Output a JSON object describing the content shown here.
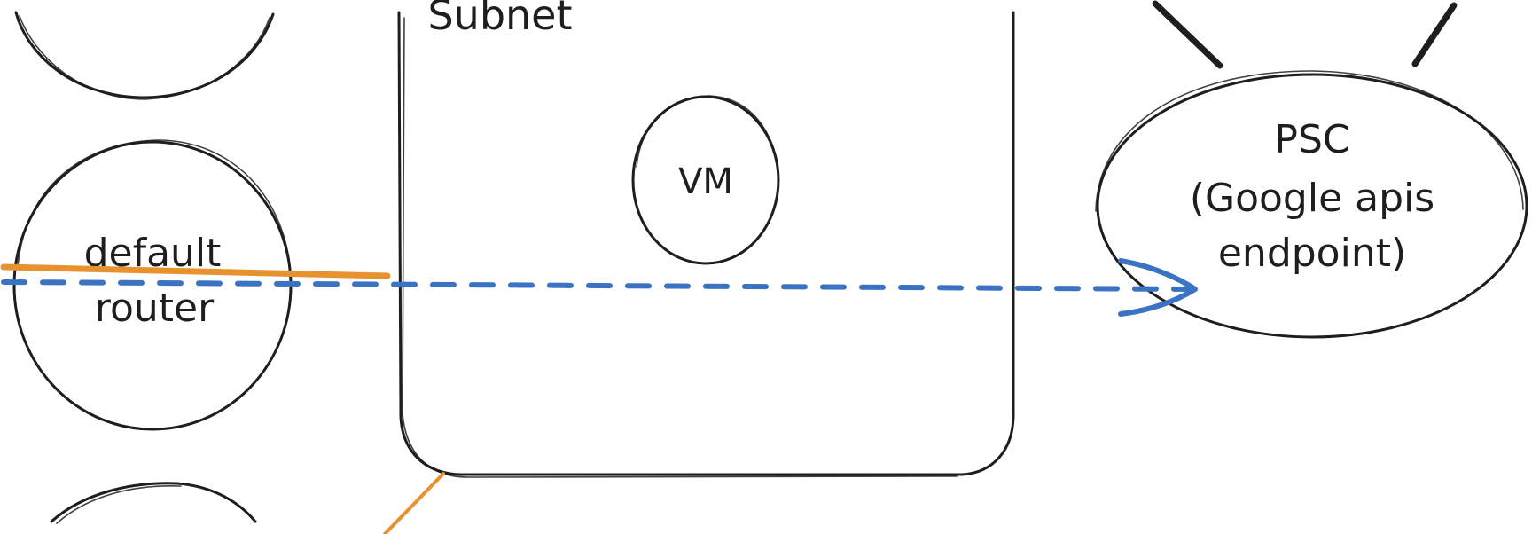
{
  "diagram": {
    "subnet": {
      "label": "Subnet"
    },
    "vm": {
      "label": "VM"
    },
    "router": {
      "line1": "default",
      "line2": "router"
    },
    "psc": {
      "line1": "PSC",
      "line2": "(Google apis",
      "line3": "endpoint)"
    }
  },
  "colors": {
    "stroke": "#1e1e1e",
    "orange_link": "#e8912f",
    "blue_flow": "#3a72c4",
    "background": "#ffffff"
  }
}
